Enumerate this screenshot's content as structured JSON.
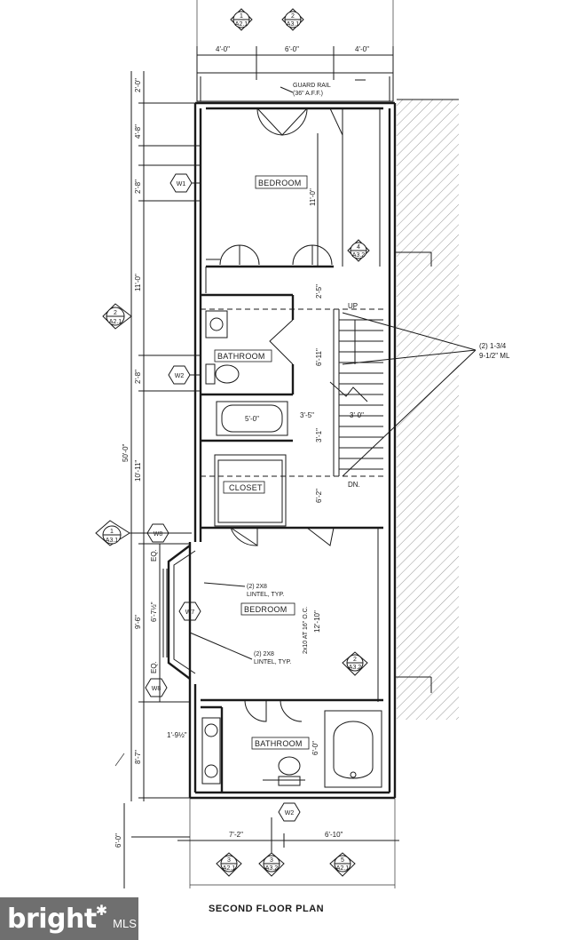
{
  "plan_title": "SECOND FLOOR PLAN",
  "watermark": {
    "brand": "bright",
    "suffix": "MLS"
  },
  "rooms": {
    "bedroom_top": "BEDROOM",
    "bathroom_mid": "BATHROOM",
    "closet": "CLOSET",
    "bedroom_bottom": "BEDROOM",
    "bathroom_bottom": "BATHROOM"
  },
  "stairs": {
    "up": "UP",
    "down": "DN."
  },
  "notes": {
    "guard_rail": "GUARD RAIL",
    "guard_rail_height": "(36\" A.F.F.)",
    "lintel_1a": "(2) 2X8",
    "lintel_1b": "LINTEL, TYP.",
    "lintel_2a": "(2) 2X8",
    "lintel_2b": "LINTEL, TYP.",
    "beam_a": "(2) 1-3/4",
    "beam_b": "9-1/2\" ML",
    "joists": "2x10 AT 16\" O.C."
  },
  "dims": {
    "top_left": "4'-0\"",
    "top_mid": "6'-0\"",
    "top_right": "4'-0\"",
    "left_2_0": "2'-0\"",
    "left_4_8": "4'-8\"",
    "left_2_8a": "2'-8\"",
    "left_11_0": "11'-0\"",
    "left_2_8b": "2'-8\"",
    "left_50_0": "50'-0\"",
    "left_10_11": "10'-11\"",
    "left_9_6": "9'-6\"",
    "left_6_7": "6'-7½\"",
    "left_eq1": "EQ.",
    "left_eq2": "EQ.",
    "left_8_7": "8'-7\"",
    "left_6_0": "6'-0\"",
    "bath_1_9": "1'-9½\"",
    "room_11_0": "11'-0\"",
    "hall_2_5": "2'-5\"",
    "stair_6_11": "6'-11\"",
    "tub_5_0": "5'-0\"",
    "hall_3_5": "3'-5\"",
    "stair_3_0": "3'-0\"",
    "hall_3_1": "3'-1\"",
    "hall_6_2": "6'-2\"",
    "room_12_10": "12'-10\"",
    "bath_6_0": "6'-0\"",
    "bottom_7_2": "7'-2\"",
    "bottom_6_10": "6'-10\""
  },
  "section_markers": [
    {
      "id": "1",
      "ref": "A2.1"
    },
    {
      "id": "2",
      "ref": "A3.1"
    },
    {
      "id": "4",
      "ref": "A3.2"
    },
    {
      "id": "2",
      "ref": "A2.1"
    },
    {
      "id": "1",
      "ref": "A3.1"
    },
    {
      "id": "2",
      "ref": "A3.2"
    },
    {
      "id": "3",
      "ref": "A2.1"
    },
    {
      "id": "3",
      "ref": "A3.2"
    },
    {
      "id": "5",
      "ref": "A2.1"
    }
  ],
  "window_tags": {
    "w1": "W1",
    "w2a": "W2",
    "w8a": "W8",
    "w7": "W7",
    "w8b": "W8",
    "w2b": "W2"
  }
}
